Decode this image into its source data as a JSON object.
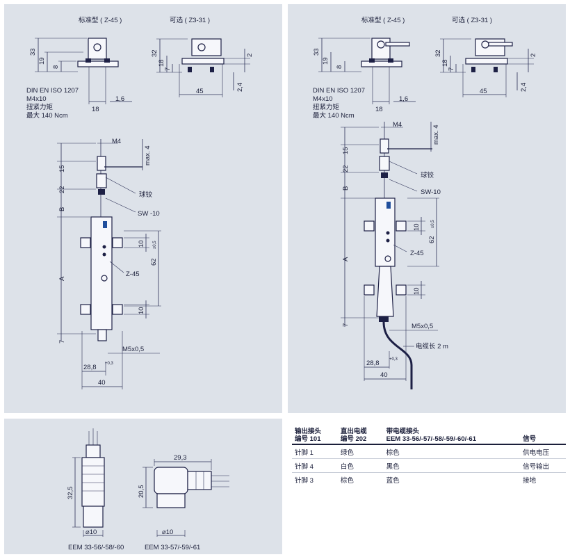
{
  "left_panel": {
    "std_title": "标准型 ( Z-45 )",
    "opt_title": "可选 ( Z3-31 )",
    "mount_dims": {
      "d33": "33",
      "d19": "19",
      "d8": "8",
      "d32": "32",
      "d18": "18",
      "d7": "7",
      "d2": "2",
      "d24": "2,4",
      "d16": "1,6",
      "d18b": "18",
      "d45": "45"
    },
    "iso_text": [
      "DIN EN ISO 1207",
      "M4x10",
      "扭紧力矩",
      "最大 140 Ncm"
    ],
    "main_dims": {
      "m4": "M4",
      "max4": "max. 4",
      "d15": "15",
      "d22": "22",
      "b": "B",
      "a": "A",
      "d10a": "10",
      "d62": "62",
      "tol62": "±0,5",
      "d10b": "10",
      "d7": "7",
      "m5": "M5x0,5",
      "d288": "28,8",
      "tol288": "+0,3",
      "d40": "40"
    },
    "callouts": {
      "ball": "球铰",
      "sw": "SW -10",
      "z45": "Z-45"
    }
  },
  "right_panel": {
    "std_title": "标准型 ( Z-45 )",
    "opt_title": "可选 ( Z3-31 )",
    "mount_dims": {
      "d33": "33",
      "d19": "19",
      "d8": "8",
      "d32": "32",
      "d18": "18",
      "d7": "7",
      "d2": "2",
      "d24": "2,4",
      "d16": "1,6",
      "d18b": "18",
      "d45": "45"
    },
    "iso_text": [
      "DIN EN ISO 1207",
      "M4x10",
      "扭紧力矩",
      "最大 140 Ncm"
    ],
    "main_dims": {
      "m4": "M4",
      "max4": "max. 4",
      "d15": "15",
      "d22": "22",
      "b": "B",
      "a": "A",
      "d10a": "10",
      "d62": "62",
      "tol62": "±0,5",
      "d10b": "10",
      "d7": "7",
      "m5": "M5x0,5",
      "d288": "28,8",
      "tol288": "+0,3",
      "d40": "40"
    },
    "callouts": {
      "ball": "球铰",
      "sw": "SW-10",
      "z45": "Z-45",
      "cable": "电缆长 2 m"
    }
  },
  "connector_panel": {
    "d325": "32,5",
    "d10": "⌀10",
    "label_a": "EEM 33-56/-58/-60",
    "d293": "29,3",
    "d205": "20,5",
    "d10b": "⌀10",
    "label_b": "EEM 33-57/-59/-61"
  },
  "signal_table": {
    "headers": [
      [
        "输出接头",
        "编号 101"
      ],
      [
        "直出电缆",
        "编号 202"
      ],
      [
        "带电缆接头",
        "EEM 33-56/-57/-58/-59/-60/-61"
      ],
      [
        "信号",
        ""
      ]
    ],
    "rows": [
      [
        "针脚 1",
        "绿色",
        "棕色",
        "供电电压"
      ],
      [
        "针脚 4",
        "白色",
        "黑色",
        "信号输出"
      ],
      [
        "针脚 3",
        "棕色",
        "蓝色",
        "接地"
      ]
    ]
  },
  "colors": {
    "panel_bg": "#dde2e9",
    "line": "#1d2045",
    "accent": "#1f4e9c"
  }
}
